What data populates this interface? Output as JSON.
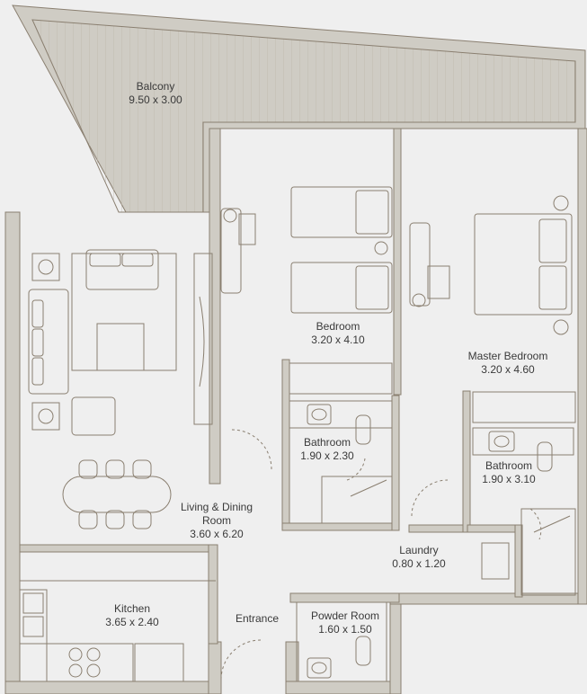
{
  "rooms": {
    "balcony": {
      "name": "Balcony",
      "size": "9.50 x 3.00"
    },
    "bedroom": {
      "name": "Bedroom",
      "size": "3.20 x 4.10"
    },
    "master_bedroom": {
      "name": "Master Bedroom",
      "size": "3.20 x 4.60"
    },
    "bathroom_1": {
      "name": "Bathroom",
      "size": "1.90 x 2.30"
    },
    "bathroom_2": {
      "name": "Bathroom",
      "size": "1.90 x 3.10"
    },
    "living_dining": {
      "name": "Living & Dining",
      "name2": "Room",
      "size": "3.60 x 6.20"
    },
    "laundry": {
      "name": "Laundry",
      "size": "0.80 x 1.20"
    },
    "kitchen": {
      "name": "Kitchen",
      "size": "3.65 x 2.40"
    },
    "entrance": {
      "name": "Entrance"
    },
    "powder_room": {
      "name": "Powder Room",
      "size": "1.60 x 1.50"
    }
  },
  "colors": {
    "wall": "#cfccc4",
    "line": "#8a7f70",
    "background": "#efefef"
  }
}
